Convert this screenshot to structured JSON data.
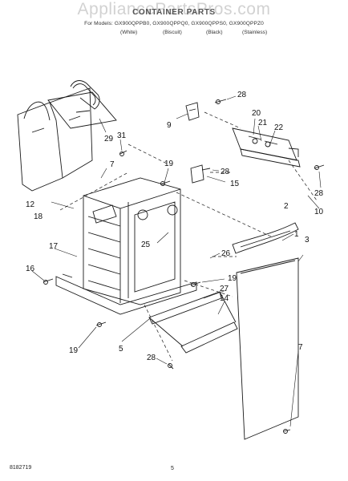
{
  "watermark": "AppliancePartsPros.com",
  "title": "CONTAINER PARTS",
  "models": "For Models: GX900QPPB0, GX900QPPQ0, GX900QPPS0, GX900QPPZ0",
  "colors": [
    "(White)",
    "(Biscuit)",
    "(Black)",
    "(Stainless)"
  ],
  "callouts": [
    "28",
    "9",
    "20",
    "21",
    "22",
    "31",
    "29",
    "19",
    "28",
    "15",
    "7",
    "12",
    "18",
    "28",
    "10",
    "2",
    "1",
    "3",
    "17",
    "25",
    "26",
    "16",
    "19",
    "27",
    "14",
    "19",
    "5",
    "28",
    "7"
  ],
  "footer": {
    "doc_number": "8182719",
    "page_number": "5"
  }
}
